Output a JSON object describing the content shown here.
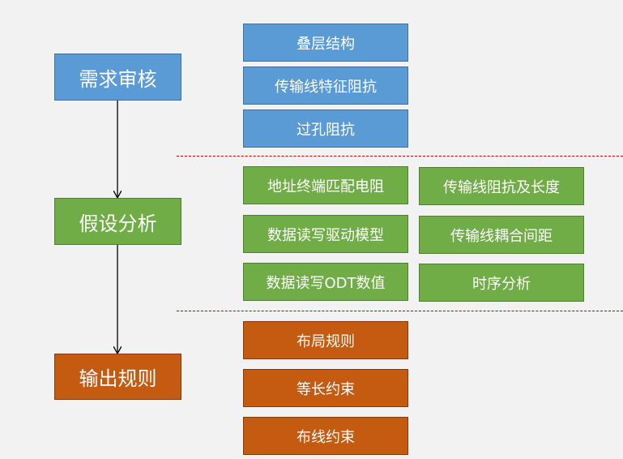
{
  "stages": {
    "requirements": "需求审核",
    "assumption": "假设分析",
    "output": "输出规则"
  },
  "requirements_items": [
    "叠层结构",
    "传输线特征阻抗",
    "过孔阻抗"
  ],
  "assumption_items": {
    "left": [
      "地址终端匹配电阻",
      "数据读写驱动模型",
      "数据读写ODT数值"
    ],
    "right": [
      "传输线阻抗及长度",
      "传输线耦合间距",
      "时序分析"
    ]
  },
  "output_items": [
    "布局规则",
    "等长约束",
    "布线约束"
  ],
  "colors": {
    "blue": "#5b9bd5",
    "green": "#70ad47",
    "orange": "#c55a11",
    "divider": "#c00000",
    "background": "#f2f2f2"
  }
}
